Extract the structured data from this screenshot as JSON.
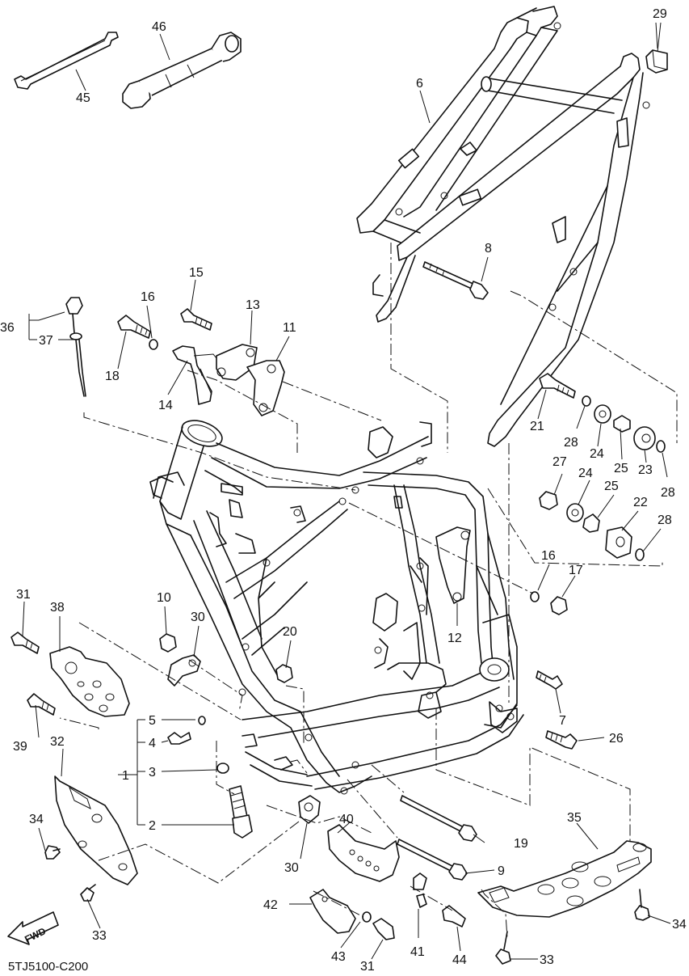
{
  "diagram": {
    "code": "5TJ5100-C200",
    "fwd_label": "FWD",
    "callouts": [
      {
        "id": "n1",
        "text": "1"
      },
      {
        "id": "n2",
        "text": "2"
      },
      {
        "id": "n3",
        "text": "3"
      },
      {
        "id": "n4",
        "text": "4"
      },
      {
        "id": "n5",
        "text": "5"
      },
      {
        "id": "n6",
        "text": "6"
      },
      {
        "id": "n7",
        "text": "7"
      },
      {
        "id": "n8",
        "text": "8"
      },
      {
        "id": "n9",
        "text": "9"
      },
      {
        "id": "n10",
        "text": "10"
      },
      {
        "id": "n11",
        "text": "11"
      },
      {
        "id": "n12",
        "text": "12"
      },
      {
        "id": "n13",
        "text": "13"
      },
      {
        "id": "n14",
        "text": "14"
      },
      {
        "id": "n15",
        "text": "15"
      },
      {
        "id": "n16a",
        "text": "16"
      },
      {
        "id": "n16b",
        "text": "16"
      },
      {
        "id": "n17",
        "text": "17"
      },
      {
        "id": "n18",
        "text": "18"
      },
      {
        "id": "n19",
        "text": "19"
      },
      {
        "id": "n20",
        "text": "20"
      },
      {
        "id": "n21",
        "text": "21"
      },
      {
        "id": "n22",
        "text": "22"
      },
      {
        "id": "n23",
        "text": "23"
      },
      {
        "id": "n24a",
        "text": "24"
      },
      {
        "id": "n24b",
        "text": "24"
      },
      {
        "id": "n25a",
        "text": "25"
      },
      {
        "id": "n25b",
        "text": "25"
      },
      {
        "id": "n26",
        "text": "26"
      },
      {
        "id": "n27",
        "text": "27"
      },
      {
        "id": "n28a",
        "text": "28"
      },
      {
        "id": "n28b",
        "text": "28"
      },
      {
        "id": "n28c",
        "text": "28"
      },
      {
        "id": "n29",
        "text": "29"
      },
      {
        "id": "n30a",
        "text": "30"
      },
      {
        "id": "n30b",
        "text": "30"
      },
      {
        "id": "n31a",
        "text": "31"
      },
      {
        "id": "n31b",
        "text": "31"
      },
      {
        "id": "n32",
        "text": "32"
      },
      {
        "id": "n33a",
        "text": "33"
      },
      {
        "id": "n33b",
        "text": "33"
      },
      {
        "id": "n34a",
        "text": "34"
      },
      {
        "id": "n34b",
        "text": "34"
      },
      {
        "id": "n35",
        "text": "35"
      },
      {
        "id": "n36",
        "text": "36"
      },
      {
        "id": "n37",
        "text": "37"
      },
      {
        "id": "n38",
        "text": "38"
      },
      {
        "id": "n39",
        "text": "39"
      },
      {
        "id": "n40",
        "text": "40"
      },
      {
        "id": "n41",
        "text": "41"
      },
      {
        "id": "n42",
        "text": "42"
      },
      {
        "id": "n43",
        "text": "43"
      },
      {
        "id": "n44",
        "text": "44"
      },
      {
        "id": "n45",
        "text": "45"
      },
      {
        "id": "n46",
        "text": "46"
      }
    ]
  }
}
